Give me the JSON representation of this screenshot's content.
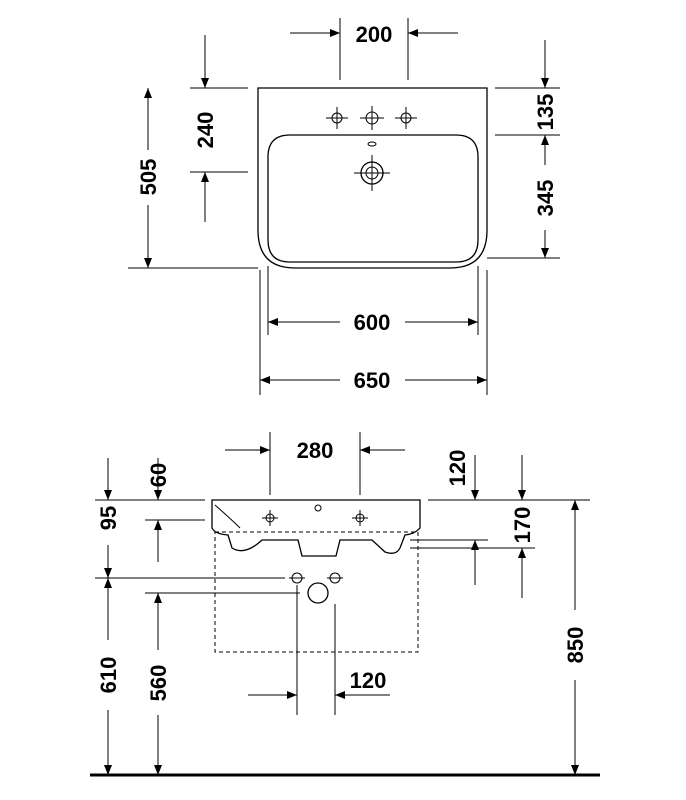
{
  "top_view": {
    "tap_spacing": "200",
    "drain_from_back": "240",
    "depth_total": "505",
    "back_to_bowl": "135",
    "bowl_depth": "345",
    "bowl_width": "600",
    "total_width": "650"
  },
  "side_view": {
    "tap_spacing": "280",
    "rim_thickness": "60",
    "rim_to_overflow": "95",
    "side_120": "120",
    "side_170": "170",
    "height_610": "610",
    "height_560": "560",
    "height_850": "850",
    "pipe_spacing": "120"
  }
}
